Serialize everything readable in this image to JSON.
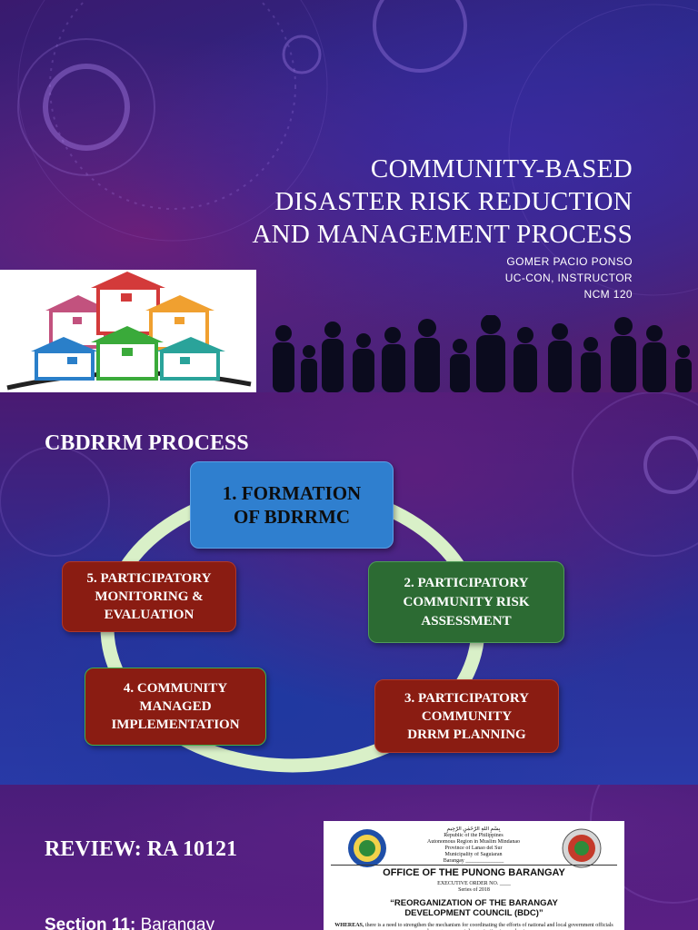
{
  "slide1": {
    "title_lines": [
      "Community-Based",
      "Disaster Risk Reduction",
      "and Management Process"
    ],
    "author_lines": [
      "GOMER PACIO PONSO",
      "UC-CON, INSTRUCTOR",
      "NCM 120"
    ],
    "images": [
      "houses-illustration",
      "community-silhouette"
    ]
  },
  "slide2": {
    "heading": "CBDRRM PROCESS",
    "steps": [
      {
        "label": "1.  FORMATION\nOF BDRRMC",
        "color": "#2f7fcf"
      },
      {
        "label": "2. PARTICIPATORY\nCOMMUNITY RISK\nASSESSMENT",
        "color": "#2c6b33"
      },
      {
        "label": "3. PARTICIPATORY\nCOMMUNITY\nDRRM PLANNING",
        "color": "#8a1c12"
      },
      {
        "label": "4. COMMUNITY\nMANAGED\nIMPLEMENTATION",
        "color": "#8a1c12"
      },
      {
        "label": "5. PARTICIPATORY\nMONITORING &\nEVALUATION",
        "color": "#8a1c12"
      }
    ],
    "ring_color": "#d9f0c8"
  },
  "slide3": {
    "heading": "REVIEW: RA 10121",
    "body_bold": "Section 11:",
    "body_rest": " Barangay",
    "document": {
      "header_lines": [
        "بِسْمِ اللّٰهِ الرَّحْمٰنِ الرَّحِيمِ",
        "Republic of the Philippines",
        "Autonomous Region in Muslim Mindanao",
        "Province of Lanao del Sur",
        "Municipality of Saguiaran",
        "Barangay ______________"
      ],
      "office": "OFFICE OF THE PUNONG BARANGAY",
      "order_lines": [
        "EXECUTIVE ORDER NO. ____",
        "Series of 2018"
      ],
      "reorg_lines": [
        "“REORGANIZATION OF THE BARANGAY",
        "DEVELOPMENT COUNCIL (BDC)”"
      ],
      "whereas_bold": "WHEREAS,",
      "whereas_rest": " there is a need to strengthen the mechanism for coordinating the efforts of national and local government officials and non-governmental organization to accelerate"
    }
  },
  "colors": {
    "text": "#ffffff",
    "accent_purple": "#4a1a72",
    "accent_blue": "#2a3aa8"
  }
}
